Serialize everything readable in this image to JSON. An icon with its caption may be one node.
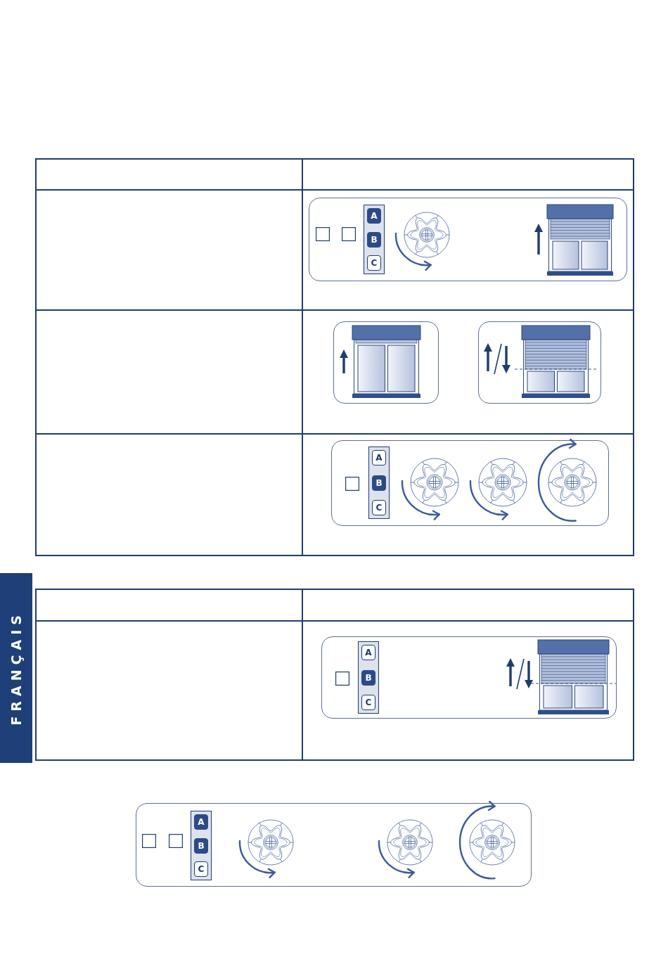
{
  "diagram": {
    "labels": [
      "A",
      "B",
      "C",
      "A",
      "B",
      "C",
      "FRANÇAIS",
      "A",
      "B",
      "C",
      "A",
      "B",
      "C"
    ]
  }
}
